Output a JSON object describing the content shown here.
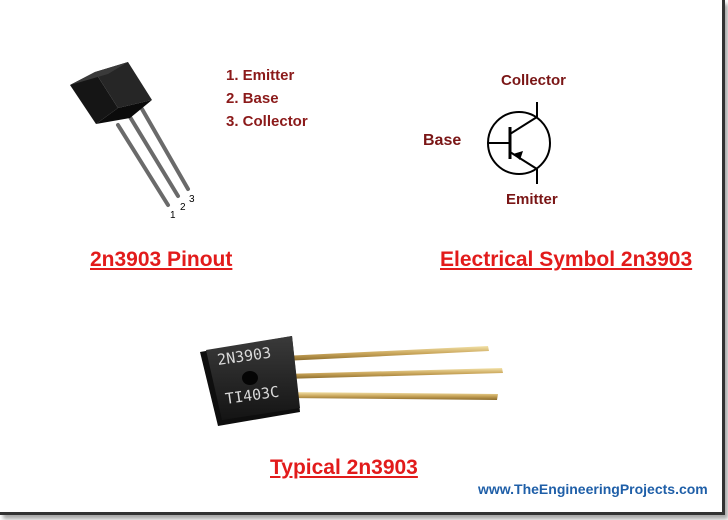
{
  "colors": {
    "caption": "#e21b1b",
    "pin_text": "#8b1a1a",
    "symbol_label": "#7a1616",
    "watermark": "#1f5fa8",
    "symbol_stroke": "#000000"
  },
  "pinout": {
    "pins": [
      {
        "label": "1. Emitter"
      },
      {
        "label": "2. Base"
      },
      {
        "label": "3. Collector"
      }
    ],
    "lead_numbers": [
      "1",
      "2",
      "3"
    ],
    "caption": "2n3903 Pinout"
  },
  "symbol": {
    "collector_label": "Collector",
    "base_label": "Base",
    "emitter_label": "Emitter",
    "caption": "Electrical Symbol 2n3903"
  },
  "photo": {
    "marking_line1": "2N3903",
    "marking_line2": "TI403C",
    "caption": "Typical 2n3903"
  },
  "watermark": "www.TheEngineeringProjects.com"
}
